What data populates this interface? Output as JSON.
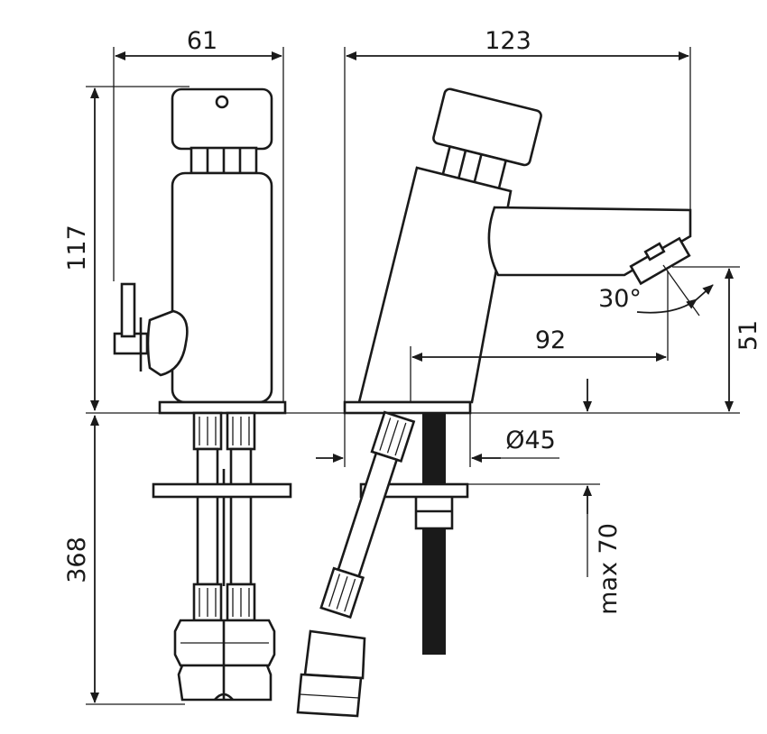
{
  "dimensions": {
    "front_width": "61",
    "side_width": "123",
    "body_height": "117",
    "spout_reach": "92",
    "spout_height": "51",
    "spout_angle": "30°",
    "base_diameter": "Ø45",
    "hose_length": "368",
    "max_thickness": "max 70"
  }
}
